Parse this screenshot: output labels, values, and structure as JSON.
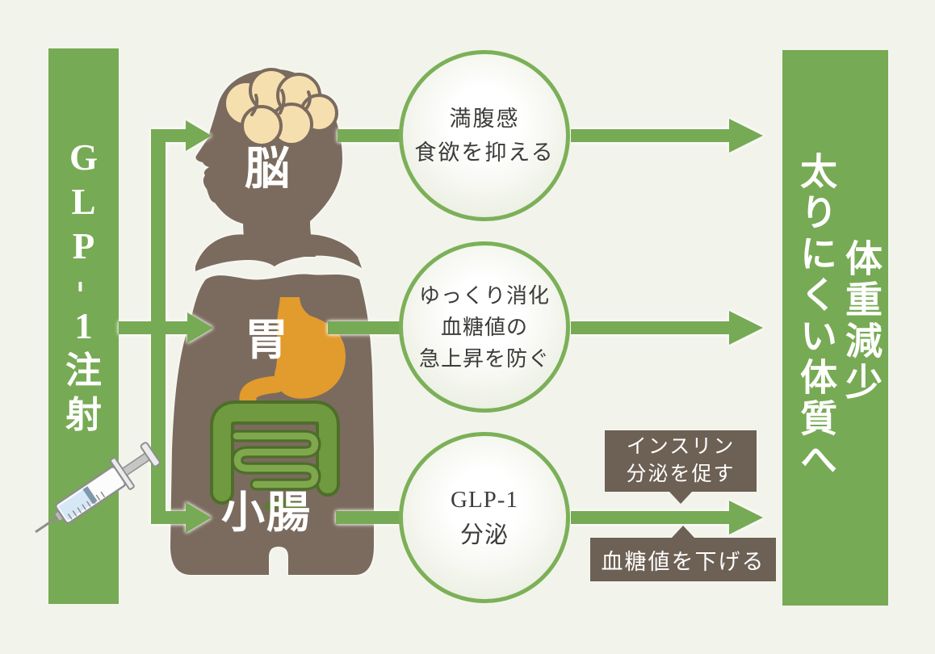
{
  "source": {
    "label": "GLP-1注射"
  },
  "goal": {
    "col1": "体重減少",
    "col2": "太りにくい体質へ"
  },
  "organs": {
    "brain": "脳",
    "stomach": "胃",
    "intestine": "小腸"
  },
  "effects": {
    "brain": {
      "line1": "満腹感",
      "line2": "食欲を抑える"
    },
    "stomach": {
      "line1": "ゆっくり消化",
      "line2": "血糖値の",
      "line3": "急上昇を防ぐ"
    },
    "intestine": {
      "line1": "GLP-1",
      "line2": "分泌"
    }
  },
  "callouts": {
    "insulin": {
      "line1": "インスリン",
      "line2": "分泌を促す"
    },
    "bloodsugar": {
      "line1": "血糖値を下げる"
    }
  },
  "icons": {
    "syringe": "syringe-icon",
    "brain": "brain-icon",
    "stomach": "stomach-icon",
    "intestine": "intestine-icon",
    "body": "human-body-silhouette"
  },
  "colors": {
    "green": "#77aa54",
    "circle_border_green": "#7cb058",
    "body_brown": "#7b6b5e",
    "callout_brown": "#6d6054",
    "background": "#f2f4ec",
    "brain_cream": "#f6dfae",
    "stomach_orange": "#e29b2d",
    "intestine_green": "#6f9a3f",
    "text_dark": "#3c3c3a",
    "text_white": "#ffffff"
  }
}
